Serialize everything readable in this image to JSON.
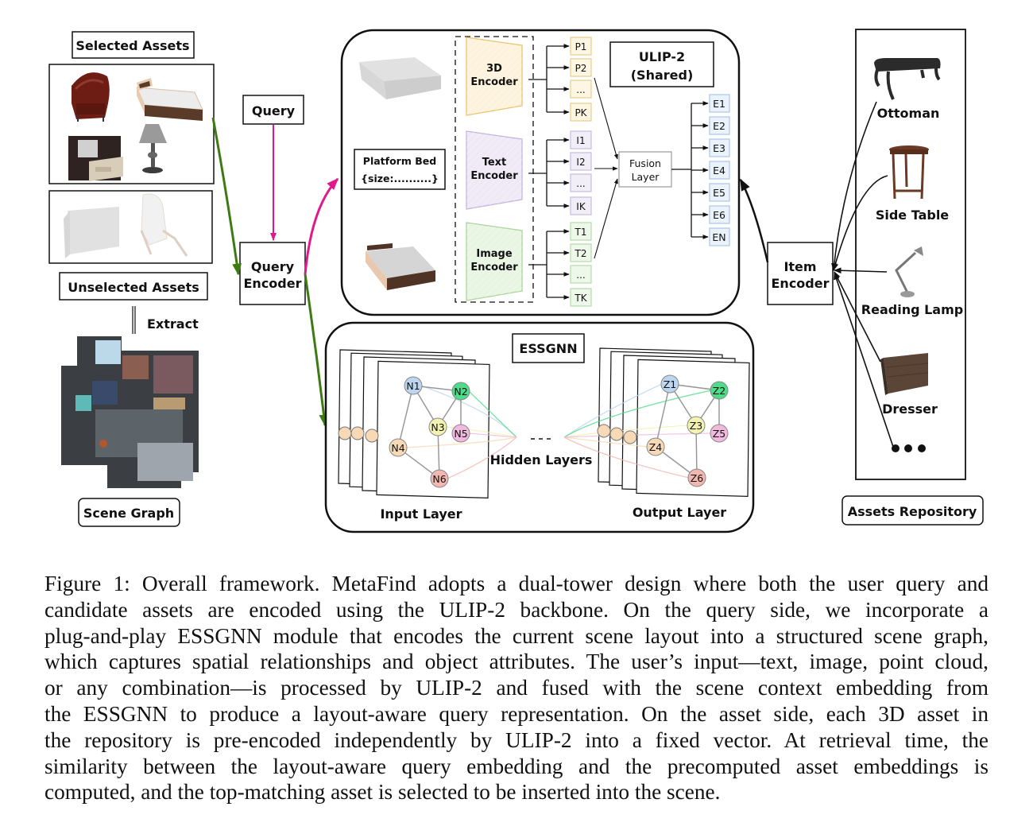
{
  "figure": {
    "left_panel": {
      "selected_assets_label": "Selected Assets",
      "unselected_assets_label": "Unselected Assets",
      "extract_label": "Extract",
      "scene_graph_label": "Scene Graph",
      "selected_assets": [
        "armchair",
        "bed",
        "nightstand",
        "table-lamp"
      ],
      "unselected_assets": [
        "dresser",
        "lounge-chair"
      ]
    },
    "query_label": "Query",
    "query_encoder_label": [
      "Query",
      "Encoder"
    ],
    "ulip": {
      "title": [
        "ULIP-2",
        "(Shared)"
      ],
      "text_query": [
        "Platform Bed",
        "{size:..........}"
      ],
      "encoders": [
        {
          "label": [
            "3D",
            "Encoder"
          ],
          "color": "#fdf3dc",
          "stroke": "#e8c46a",
          "outputs": [
            "P1",
            "P2",
            "...",
            "PK"
          ],
          "out_fill": "#fdf6e3",
          "out_stroke": "#e7cf8a"
        },
        {
          "label": [
            "Text",
            "Encoder"
          ],
          "color": "#efe9f6",
          "stroke": "#c4b2de",
          "outputs": [
            "I1",
            "I2",
            "...",
            "IK"
          ],
          "out_fill": "#f2eef8",
          "out_stroke": "#c9bbe0"
        },
        {
          "label": [
            "Image",
            "Encoder"
          ],
          "color": "#e9f5e3",
          "stroke": "#a9d49a",
          "outputs": [
            "T1",
            "T2",
            "...",
            "TK"
          ],
          "out_fill": "#eef8ea",
          "out_stroke": "#b3dca6"
        }
      ],
      "fusion_label": [
        "Fusion",
        "Layer"
      ],
      "embeddings": [
        "E1",
        "E2",
        "E3",
        "E4",
        "E5",
        "E6",
        "EN"
      ],
      "embedding_fill": "#eaf2fb",
      "embedding_stroke": "#a9c6e6"
    },
    "essgnn": {
      "title": "ESSGNN",
      "input_layer_label": "Input Layer",
      "hidden_layers_label": "Hidden Layers",
      "output_layer_label": "Output Layer",
      "input_nodes": [
        {
          "id": "N1",
          "color": "#bcd6f0"
        },
        {
          "id": "N2",
          "color": "#4fdc8a"
        },
        {
          "id": "N3",
          "color": "#f3f2b0"
        },
        {
          "id": "N4",
          "color": "#f8d9b5"
        },
        {
          "id": "N5",
          "color": "#f2b9df"
        },
        {
          "id": "N6",
          "color": "#f2b7b1"
        }
      ],
      "output_nodes": [
        {
          "id": "Z1",
          "color": "#bcd6f0"
        },
        {
          "id": "Z2",
          "color": "#4fdc8a"
        },
        {
          "id": "Z3",
          "color": "#f3f2b0"
        },
        {
          "id": "Z4",
          "color": "#f8d9b5"
        },
        {
          "id": "Z5",
          "color": "#f2b9df"
        },
        {
          "id": "Z6",
          "color": "#f2b7b1"
        }
      ],
      "edges": [
        [
          "1",
          "2"
        ],
        [
          "1",
          "3"
        ],
        [
          "1",
          "4"
        ],
        [
          "2",
          "3"
        ],
        [
          "2",
          "5"
        ],
        [
          "3",
          "6"
        ],
        [
          "4",
          "6"
        ]
      ]
    },
    "item_encoder_label": [
      "Item",
      "Encoder"
    ],
    "repository": {
      "label": "Assets Repository",
      "items": [
        "Ottoman",
        "Side Table",
        "Reading Lamp",
        "Dresser"
      ],
      "more": "•••"
    },
    "colors": {
      "query_arrow": "#e0198c",
      "scene_arrow": "#3e7a12"
    }
  },
  "caption": {
    "lines": [
      "Figure 1: Overall framework. MetaFind adopts a dual-tower design where both the user query and",
      "candidate assets are encoded using the ULIP-2 backbone.  On the query side, we incorporate a",
      "plug-and-play ESSGNN module that encodes the current scene layout into a structured scene graph,",
      "which captures spatial relationships and object attributes. The user’s input—text, image, point cloud,",
      "or any combination—is processed by ULIP-2 and fused with the scene context embedding from",
      "the ESSGNN to produce a layout-aware query representation. On the asset side, each 3D asset in",
      "the repository is pre-encoded independently by ULIP-2 into a fixed vector.  At retrieval time, the",
      "similarity between the layout-aware query embedding and the precomputed asset embeddings is",
      "computed, and the top-matching asset is selected to be inserted into the scene."
    ]
  }
}
